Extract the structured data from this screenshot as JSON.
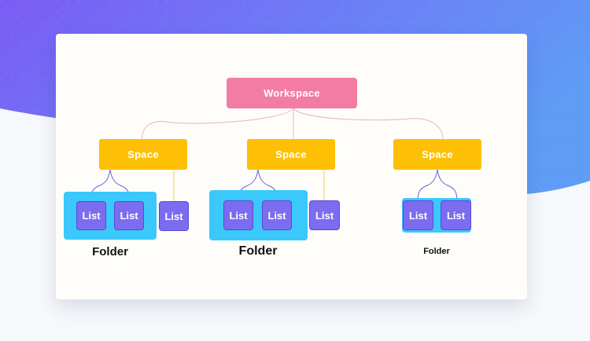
{
  "colors": {
    "workspace": "#f27ca4",
    "space": "#fdc005",
    "folder": "#3bc8fb",
    "list": "#7b6cf0",
    "connector_workspace": "#e7b3c6",
    "connector_space": "#f0cd6a",
    "connector_folder": "#6b63d6",
    "background_gradient": [
      "#7b5cf5",
      "#5f9cf6"
    ]
  },
  "workspace": {
    "label": "Workspace"
  },
  "spaces": [
    {
      "label": "Space",
      "folder": {
        "label": "Folder",
        "lists": [
          "List",
          "List"
        ]
      },
      "standalone_list": "List"
    },
    {
      "label": "Space",
      "folder": {
        "label": "Folder",
        "lists": [
          "List",
          "List"
        ]
      },
      "standalone_list": "List"
    },
    {
      "label": "Space",
      "folder": {
        "label": "Folder",
        "lists": [
          "List",
          "List"
        ]
      }
    }
  ]
}
